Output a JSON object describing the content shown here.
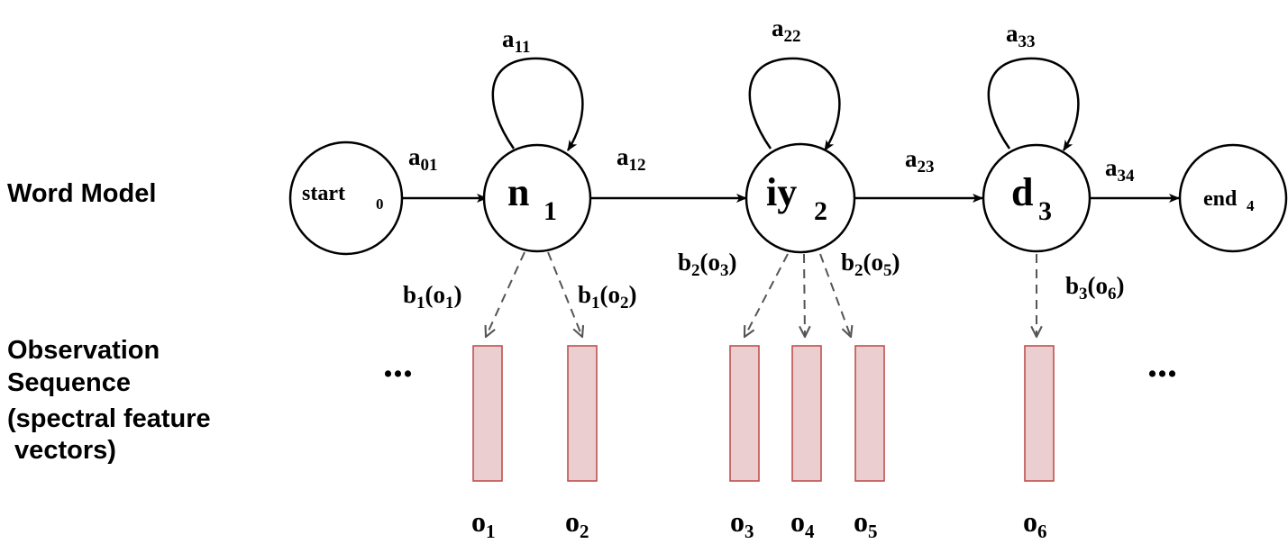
{
  "labels": {
    "word_model": "Word Model",
    "observation_sequence": [
      "Observation",
      "Sequence",
      "(spectral feature",
      " vectors)"
    ],
    "ellipsis": "..."
  },
  "states": [
    {
      "id": "start",
      "name": "start",
      "index": "0"
    },
    {
      "id": "n",
      "name": "n",
      "index": "1"
    },
    {
      "id": "iy",
      "name": "iy",
      "index": "2"
    },
    {
      "id": "d",
      "name": "d",
      "index": "3"
    },
    {
      "id": "end",
      "name": "end",
      "index": "4"
    }
  ],
  "transitions": {
    "a01": {
      "base": "a",
      "sub": "01"
    },
    "a11": {
      "base": "a",
      "sub": "11"
    },
    "a12": {
      "base": "a",
      "sub": "12"
    },
    "a22": {
      "base": "a",
      "sub": "22"
    },
    "a23": {
      "base": "a",
      "sub": "23"
    },
    "a33": {
      "base": "a",
      "sub": "33"
    },
    "a34": {
      "base": "a",
      "sub": "34"
    }
  },
  "emissions": {
    "b1o1": {
      "b": "1",
      "o": "1"
    },
    "b1o2": {
      "b": "1",
      "o": "2"
    },
    "b2o3": {
      "b": "2",
      "o": "3"
    },
    "b2o5": {
      "b": "2",
      "o": "5"
    },
    "b3o6": {
      "b": "3",
      "o": "6"
    }
  },
  "observations": [
    {
      "name": "o",
      "index": "1"
    },
    {
      "name": "o",
      "index": "2"
    },
    {
      "name": "o",
      "index": "3"
    },
    {
      "name": "o",
      "index": "4"
    },
    {
      "name": "o",
      "index": "5"
    },
    {
      "name": "o",
      "index": "6"
    }
  ],
  "colors": {
    "vector_fill": "#ebcfd0",
    "vector_stroke": "#c0504d"
  }
}
